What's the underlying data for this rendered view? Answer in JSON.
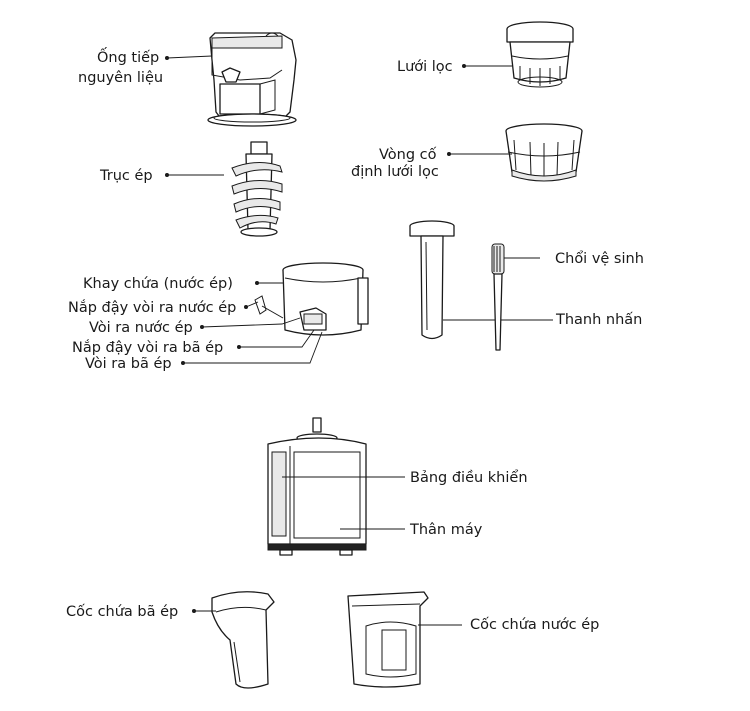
{
  "labels": {
    "feed_tube_line1": "Ống tiếp",
    "feed_tube_line2": "nguyên liệu",
    "auger": "Trục ép",
    "fine_strainer": "Lưới lọc",
    "strainer_ring_line1": "Vòng cố",
    "strainer_ring_line2": "định lưới lọc",
    "juice_bowl": "Khay chứa (nước ép)",
    "juice_spout_cap": "Nắp đậy vòi ra nước ép",
    "juice_spout": "Vòi ra nước ép",
    "pulp_spout_cap": "Nắp đậy vòi ra bã ép",
    "pulp_spout": "Vòi ra bã ép",
    "cleaning_brush": "Chổi vệ sinh",
    "pusher": "Thanh nhấn",
    "control_panel": "Bảng điều khiển",
    "body": "Thân máy",
    "pulp_cup": "Cốc chứa bã ép",
    "juice_cup": "Cốc chứa nước ép"
  }
}
